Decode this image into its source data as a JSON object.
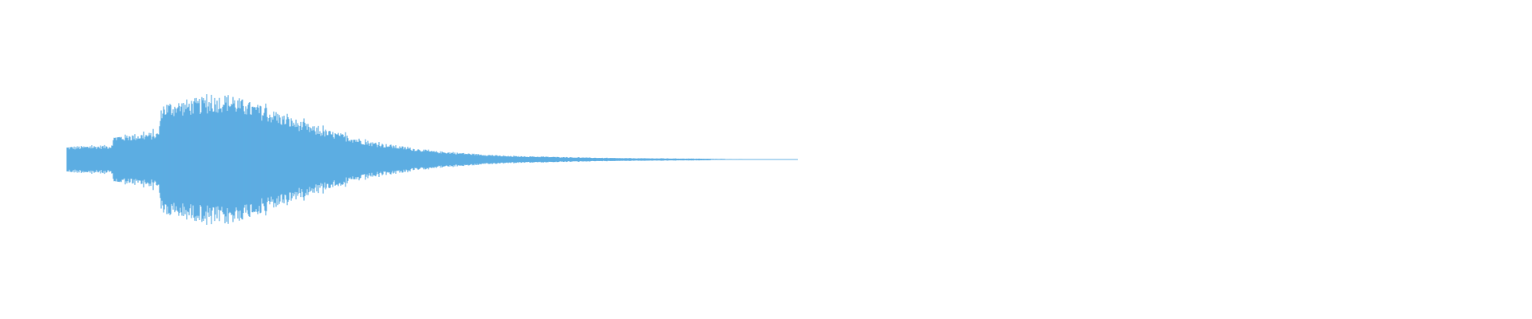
{
  "waveform": {
    "color": "#5dade2",
    "background": "#ffffff",
    "relative_duration_ratio": 0.52,
    "envelope_peaks": [
      {
        "t": 0.0,
        "amp": 0.18
      },
      {
        "t": 0.06,
        "amp": 0.2
      },
      {
        "t": 0.065,
        "amp": 0.33
      },
      {
        "t": 0.125,
        "amp": 0.38
      },
      {
        "t": 0.13,
        "amp": 0.78
      },
      {
        "t": 0.22,
        "amp": 0.9
      },
      {
        "t": 0.27,
        "amp": 0.72
      },
      {
        "t": 0.34,
        "amp": 0.45
      },
      {
        "t": 0.42,
        "amp": 0.24
      },
      {
        "t": 0.5,
        "amp": 0.12
      },
      {
        "t": 0.6,
        "amp": 0.05
      },
      {
        "t": 0.75,
        "amp": 0.02
      },
      {
        "t": 0.92,
        "amp": 0.008
      },
      {
        "t": 1.0,
        "amp": 0.0
      }
    ]
  }
}
